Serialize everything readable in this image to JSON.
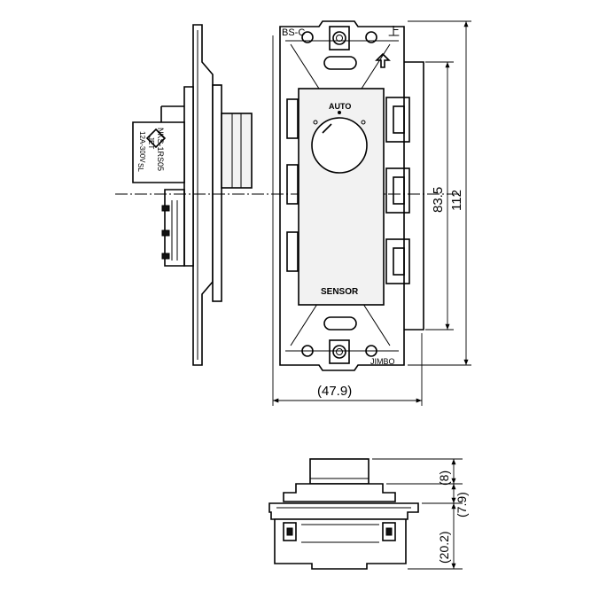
{
  "labels": {
    "frame_type": "BS-C",
    "top_mark": "上",
    "knob_top": "AUTO",
    "knob_bottom": "SENSOR",
    "maker": "JIMBO",
    "side_model": "NKS-1RS05",
    "side_rating_1": "JET",
    "side_rating_2": "12A-300V",
    "side_mark": "SL"
  },
  "dimensions": {
    "body_height": "83.5",
    "total_height": "112",
    "width": "(47.9)",
    "knob_protrusion": "(8)",
    "plate_thickness": "(7.9)",
    "body_depth": "(20.2)"
  }
}
